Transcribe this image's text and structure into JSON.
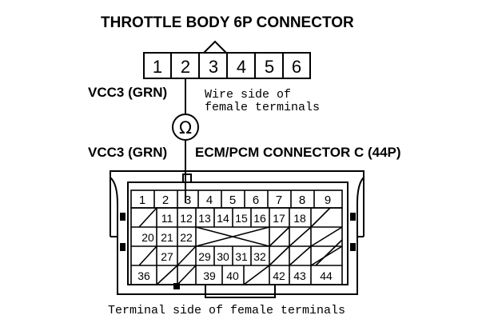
{
  "throttle_connector": {
    "title": "THROTTLE BODY 6P CONNECTOR",
    "pins": [
      "1",
      "2",
      "3",
      "4",
      "5",
      "6"
    ],
    "wire_label": "VCC3 (GRN)",
    "side_note_line1": "Wire side of",
    "side_note_line2": "female terminals"
  },
  "meter": {
    "symbol": "Ω"
  },
  "ecm_connector": {
    "wire_label": "VCC3 (GRN)",
    "title": "ECM/PCM CONNECTOR C (44P)",
    "pins": [
      "1",
      "2",
      "3",
      "4",
      "5",
      "6",
      "7",
      "8",
      "9",
      "11",
      "12",
      "13",
      "14",
      "15",
      "16",
      "17",
      "18",
      "20",
      "21",
      "22",
      "27",
      "29",
      "30",
      "31",
      "32",
      "36",
      "39",
      "40",
      "42",
      "43",
      "44"
    ],
    "side_note": "Terminal side of female terminals"
  }
}
